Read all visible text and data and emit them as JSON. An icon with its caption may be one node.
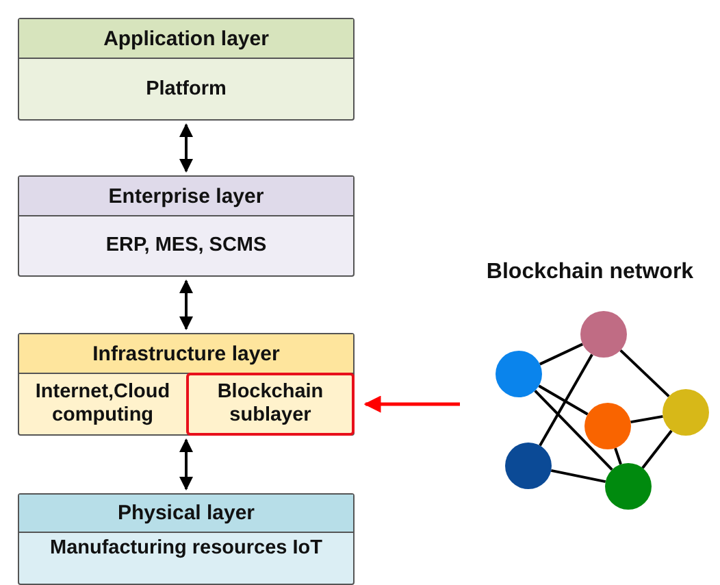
{
  "diagram": {
    "nodes": [
      {
        "text": [
          "Application layer",
          "Platform"
        ]
      },
      {
        "text": [
          "Enterprise layer",
          "ERP, MES, SCMS"
        ]
      },
      {
        "text": [
          "Infrastructure layer"
        ]
      },
      {
        "text": [
          "Internet,Cloud computing"
        ],
        "in": 2
      },
      {
        "text": [
          "Blockchain sublayer"
        ],
        "in": 2
      },
      {
        "text": [
          "Physical layer",
          "Manufacturing resources IoT"
        ]
      },
      {
        "text": [
          "Blockchain network"
        ]
      },
      {
        "text": [],
        "shape": "circle",
        "in": 6
      },
      {
        "text": [],
        "shape": "circle",
        "in": 6
      },
      {
        "text": [],
        "shape": "circle",
        "in": 6
      },
      {
        "text": [],
        "shape": "circle",
        "in": 6
      },
      {
        "text": [],
        "shape": "circle",
        "in": 6
      },
      {
        "text": [],
        "shape": "circle",
        "in": 6
      }
    ],
    "edges": [
      {
        "from": 0,
        "to": 1,
        "arrow": "both"
      },
      {
        "from": 1,
        "to": 2,
        "arrow": "both"
      },
      {
        "from": 2,
        "to": 5,
        "arrow": "both"
      },
      {
        "from": 6,
        "to": 4,
        "arrow": "to",
        "color": "#ff0000"
      },
      {
        "from": 7,
        "to": 9,
        "arrow": "none"
      },
      {
        "from": 9,
        "to": 12,
        "arrow": "none"
      },
      {
        "from": 7,
        "to": 10,
        "arrow": "none"
      },
      {
        "from": 7,
        "to": 11,
        "arrow": "none"
      },
      {
        "from": 9,
        "to": 8,
        "arrow": "none"
      },
      {
        "from": 10,
        "to": 12,
        "arrow": "none"
      },
      {
        "from": 10,
        "to": 11,
        "arrow": "none"
      },
      {
        "from": 12,
        "to": 11,
        "arrow": "none"
      },
      {
        "from": 8,
        "to": 11,
        "arrow": "none"
      }
    ]
  }
}
